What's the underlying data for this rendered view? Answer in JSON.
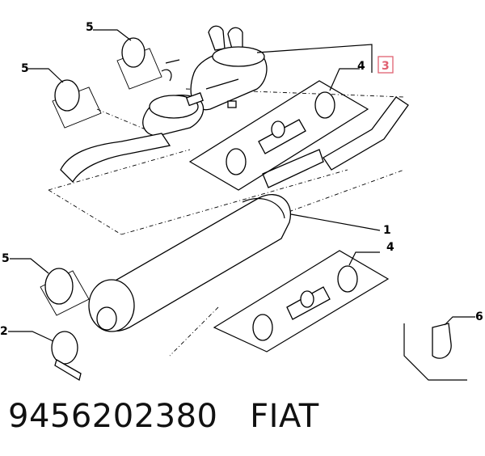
{
  "caption": {
    "part_number": "9456202380",
    "brand": "FIAT"
  },
  "callouts": {
    "c1": "1",
    "c2": "2",
    "c3": "3",
    "c4a": "4",
    "c4b": "4",
    "c5a": "5",
    "c5b": "5",
    "c5c": "5",
    "c6": "6"
  },
  "colors": {
    "highlight": "#e06070",
    "ink": "#000000"
  }
}
